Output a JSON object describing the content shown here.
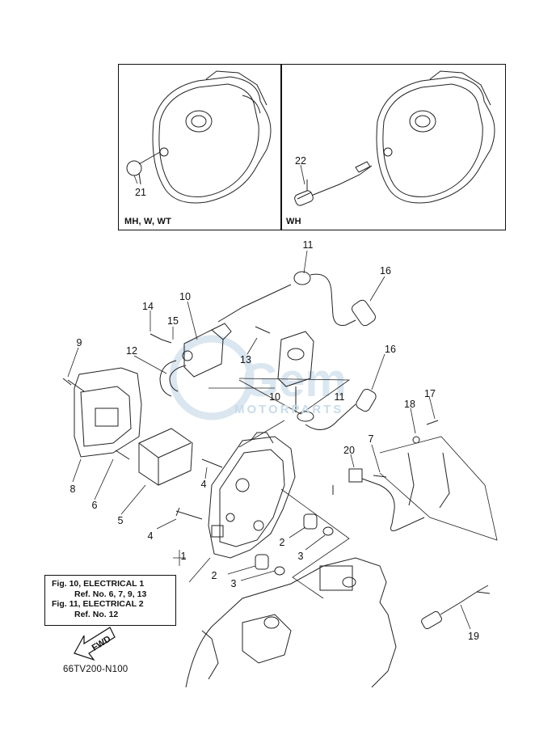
{
  "insets": [
    {
      "tag": "MH, W, WT"
    },
    {
      "tag": "WH"
    }
  ],
  "callouts": {
    "c1": "1",
    "c2a": "2",
    "c2b": "2",
    "c3a": "3",
    "c3b": "3",
    "c4a": "4",
    "c4b": "4",
    "c5": "5",
    "c6": "6",
    "c7": "7",
    "c8": "8",
    "c9": "9",
    "c10a": "10",
    "c10b": "10",
    "c11a": "11",
    "c11b": "11",
    "c12": "12",
    "c13": "13",
    "c14": "14",
    "c15": "15",
    "c16a": "16",
    "c16b": "16",
    "c17": "17",
    "c18": "18",
    "c19": "19",
    "c20": "20",
    "c21": "21",
    "c22": "22"
  },
  "note": {
    "line1": "Fig. 10, ELECTRICAL 1",
    "line2": "Ref. No. 6, 7, 9, 13",
    "line3": "Fig. 11, ELECTRICAL 2",
    "line4": "Ref. No. 12"
  },
  "fwd_label": "FWD",
  "drawing_code": "66TV200-N100",
  "watermark": "MOTORPARTS"
}
